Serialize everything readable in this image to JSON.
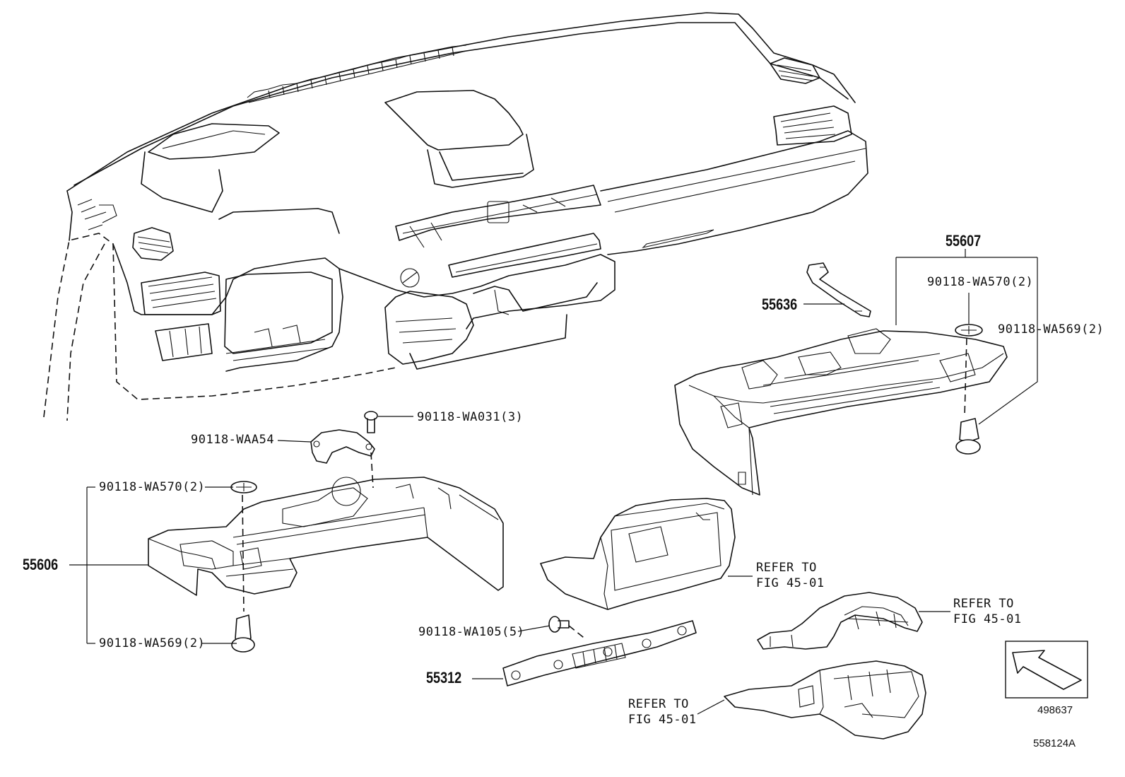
{
  "labels": {
    "p55607": "55607",
    "p55636": "55636",
    "wa570_right": "90118-WA570(2)",
    "wa569_right": "90118-WA569(2)",
    "wa031": "90118-WA031(3)",
    "waa54": "90118-WAA54",
    "wa570_left": "90118-WA570(2)",
    "p55606": "55606",
    "wa569_left": "90118-WA569(2)",
    "refer_glove_1": "REFER TO",
    "refer_glove_2": "FIG 45-01",
    "refer_cover_1": "REFER TO",
    "refer_cover_2": "FIG 45-01",
    "refer_lower_1": "REFER TO",
    "refer_lower_2": "FIG 45-01",
    "wa105": "90118-WA105(5)",
    "p55312": "55312",
    "inset_code": "498637",
    "diagram_code": "558124A"
  },
  "icons": {
    "front_arrow": "front-direction-arrow-icon"
  }
}
